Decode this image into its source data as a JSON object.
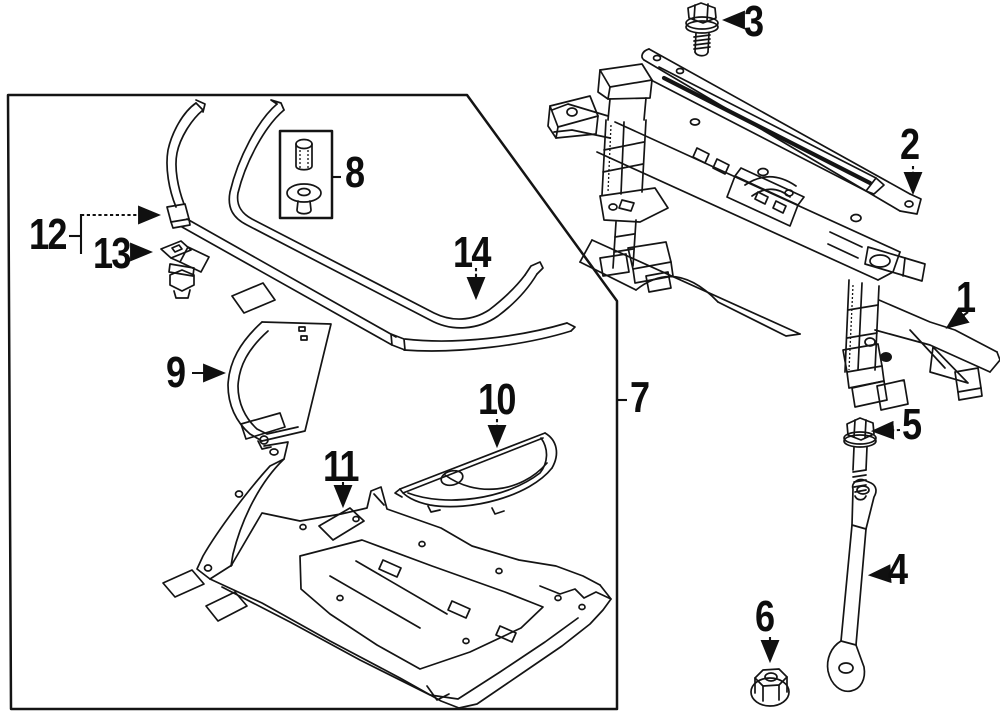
{
  "colors": {
    "background": "#ffffff",
    "line": "#141414"
  },
  "callouts": [
    {
      "id": "1",
      "label": "1"
    },
    {
      "id": "2",
      "label": "2"
    },
    {
      "id": "3",
      "label": "3"
    },
    {
      "id": "4",
      "label": "4"
    },
    {
      "id": "5",
      "label": "5"
    },
    {
      "id": "6",
      "label": "6"
    },
    {
      "id": "7",
      "label": "7"
    },
    {
      "id": "8",
      "label": "8"
    },
    {
      "id": "9",
      "label": "9"
    },
    {
      "id": "10",
      "label": "10"
    },
    {
      "id": "11",
      "label": "11"
    },
    {
      "id": "12",
      "label": "12"
    },
    {
      "id": "13",
      "label": "13"
    },
    {
      "id": "14",
      "label": "14"
    }
  ]
}
